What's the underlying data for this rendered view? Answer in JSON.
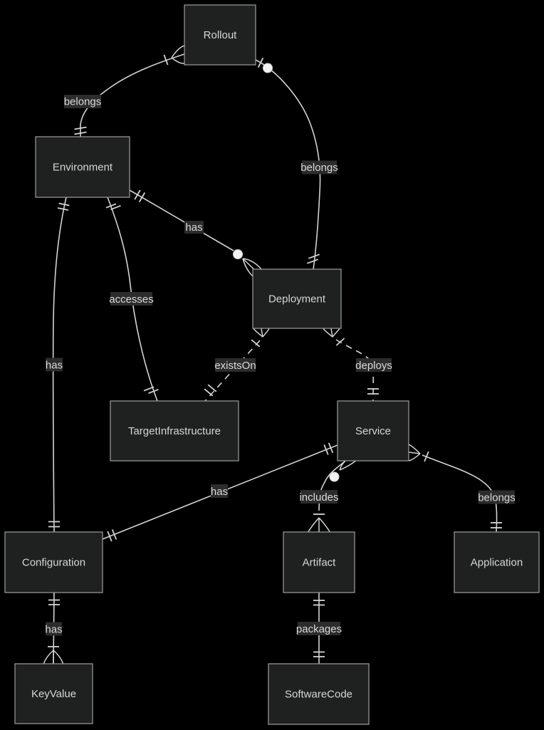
{
  "diagram_type": "entity-relationship-diagram",
  "colors": {
    "background": "#000000",
    "entity_fill": "#1f2020",
    "entity_border": "#949494",
    "edge_line": "#d3d3d3",
    "edge_label_background": "#2c2c2c",
    "text": "#d6d6d6",
    "circle_marker_fill": "#f2f2f2"
  },
  "entities": {
    "rollout": {
      "label": "Rollout"
    },
    "environment": {
      "label": "Environment"
    },
    "deployment": {
      "label": "Deployment"
    },
    "target_infrastructure": {
      "label": "TargetInfrastructure"
    },
    "service": {
      "label": "Service"
    },
    "configuration": {
      "label": "Configuration"
    },
    "artifact": {
      "label": "Artifact"
    },
    "application": {
      "label": "Application"
    },
    "keyvalue": {
      "label": "KeyValue"
    },
    "softwarecode": {
      "label": "SoftwareCode"
    }
  },
  "relationships": {
    "rollout_environment": {
      "from": "Rollout",
      "to": "Environment",
      "label": "belongs",
      "from_cardinality": "one-or-many",
      "to_cardinality": "exactly-one",
      "line": "solid"
    },
    "rollout_deployment": {
      "from": "Rollout",
      "to": "Deployment",
      "label": "belongs",
      "from_cardinality": "zero-or-one",
      "to_cardinality": "exactly-one",
      "line": "solid"
    },
    "environment_deployment": {
      "from": "Environment",
      "to": "Deployment",
      "label": "has",
      "from_cardinality": "exactly-one",
      "to_cardinality": "zero-or-many",
      "line": "solid"
    },
    "environment_target_infrastructure": {
      "from": "Environment",
      "to": "TargetInfrastructure",
      "label": "accesses",
      "from_cardinality": "exactly-one",
      "to_cardinality": "exactly-one",
      "line": "solid"
    },
    "environment_configuration": {
      "from": "Environment",
      "to": "Configuration",
      "label": "has",
      "from_cardinality": "exactly-one",
      "to_cardinality": "exactly-one",
      "line": "solid"
    },
    "deployment_target_infrastructure": {
      "from": "Deployment",
      "to": "TargetInfrastructure",
      "label": "existsOn",
      "from_cardinality": "one-or-many",
      "to_cardinality": "exactly-one",
      "line": "dashed"
    },
    "deployment_service": {
      "from": "Deployment",
      "to": "Service",
      "label": "deploys",
      "from_cardinality": "one-or-many",
      "to_cardinality": "exactly-one",
      "line": "dashed"
    },
    "configuration_service": {
      "from": "Configuration",
      "to": "Service",
      "label": "has",
      "from_cardinality": "exactly-one",
      "to_cardinality": "exactly-one",
      "line": "solid"
    },
    "service_artifact": {
      "from": "Service",
      "to": "Artifact",
      "label": "includes",
      "from_cardinality": "zero-or-many",
      "to_cardinality": "one-or-many",
      "line": "solid"
    },
    "service_application": {
      "from": "Service",
      "to": "Application",
      "label": "belongs",
      "from_cardinality": "one-or-many",
      "to_cardinality": "exactly-one",
      "line": "solid"
    },
    "configuration_keyvalue": {
      "from": "Configuration",
      "to": "KeyValue",
      "label": "has",
      "from_cardinality": "exactly-one",
      "to_cardinality": "one-or-many",
      "line": "solid"
    },
    "artifact_softwarecode": {
      "from": "Artifact",
      "to": "SoftwareCode",
      "label": "packages",
      "from_cardinality": "exactly-one",
      "to_cardinality": "exactly-one",
      "line": "solid"
    }
  }
}
